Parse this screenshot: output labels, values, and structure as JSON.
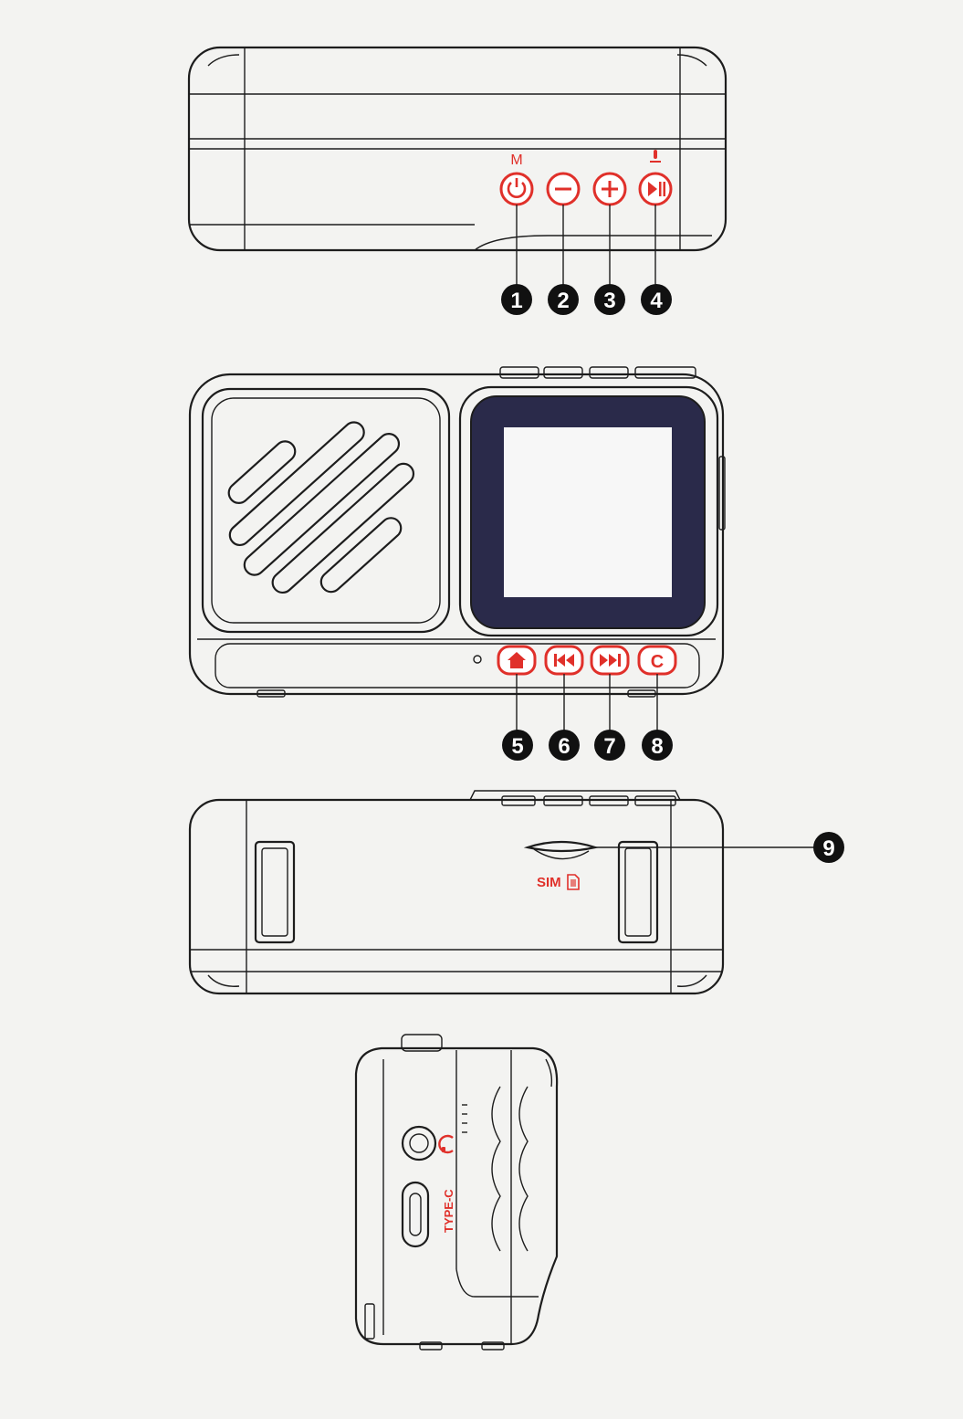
{
  "top_view": {
    "mode_label": "M",
    "callouts": [
      {
        "number": "1",
        "button": "power-mode"
      },
      {
        "number": "2",
        "button": "volume-down"
      },
      {
        "number": "3",
        "button": "volume-up"
      },
      {
        "number": "4",
        "button": "play-pause"
      }
    ]
  },
  "front_view": {
    "callouts": [
      {
        "number": "5",
        "button": "home"
      },
      {
        "number": "6",
        "button": "previous"
      },
      {
        "number": "7",
        "button": "next"
      },
      {
        "number": "8",
        "button": "c-button"
      }
    ],
    "c_button_label": "C"
  },
  "bottom_view": {
    "sim_label": "SIM",
    "callout": {
      "number": "9"
    }
  },
  "side_view": {
    "port_label": "TYPE-C"
  },
  "colors": {
    "accent": "#e0302a",
    "outline": "#1d1d1d",
    "screen_border": "#2a2a4a",
    "screen_fill": "#f7f7f7",
    "callout": "#111111"
  }
}
